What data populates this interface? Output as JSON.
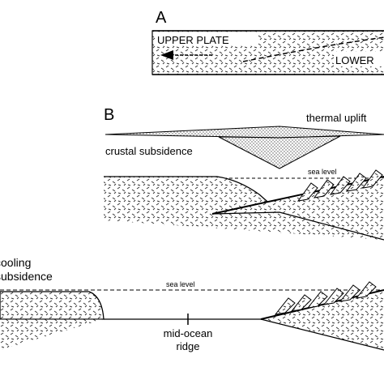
{
  "panels": {
    "a": {
      "letter": "A",
      "upper_plate": "UPPER PLATE",
      "lower_plate": "LOWER"
    },
    "b": {
      "letter": "B",
      "thermal_uplift": "thermal uplift",
      "crustal_subsidence": "crustal subsidence",
      "sea_level": "sea level"
    },
    "c": {
      "cooling_subsidence_line1": "cooling",
      "cooling_subsidence_line2": "subsidence",
      "sea_level": "sea level",
      "ridge_line1": "mid-ocean",
      "ridge_line2": "ridge"
    }
  },
  "colors": {
    "ink": "#000000",
    "background": "#ffffff",
    "stipple": "#333333"
  }
}
